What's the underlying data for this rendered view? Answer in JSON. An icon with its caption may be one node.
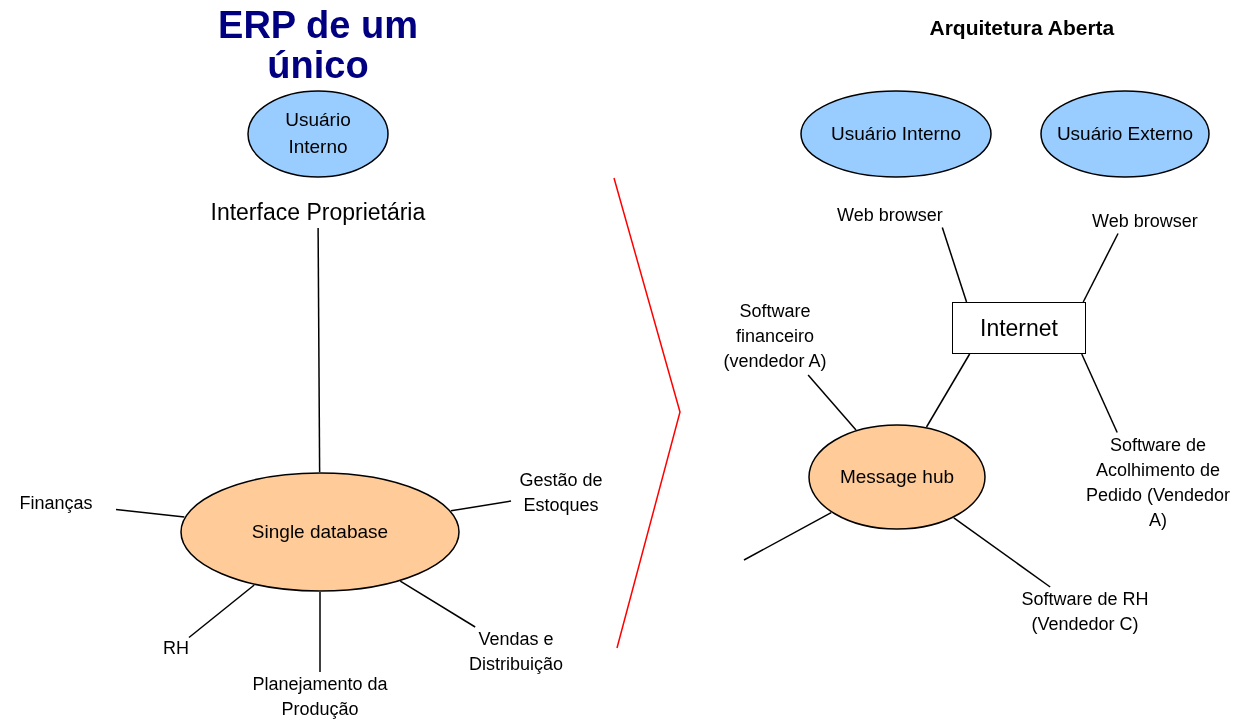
{
  "diagram": {
    "title": "ERP de um único",
    "nodes": [
      {
        "text": [
          "Usuário Interno"
        ]
      },
      {
        "text": [
          "Interface Proprietária"
        ]
      },
      {
        "text": [
          "Single database"
        ]
      },
      {
        "text": [
          "Finanças"
        ]
      },
      {
        "text": [
          "Gestão de Estoques"
        ]
      },
      {
        "text": [
          "RH"
        ]
      },
      {
        "text": [
          "Planejamento da Produção"
        ]
      },
      {
        "text": [
          "Vendas e Distribuição"
        ]
      },
      {
        "text": [
          "Usuário Interno"
        ]
      },
      {
        "text": [
          "Usuário Externo"
        ]
      },
      {
        "text": [
          "Web browser"
        ]
      },
      {
        "text": [
          "Web browser"
        ]
      },
      {
        "text": [
          "Internet"
        ]
      },
      {
        "text": [
          "Software financeiro (vendedor A)"
        ]
      },
      {
        "text": [
          "Message hub"
        ]
      },
      {
        "text": [
          "Software de Acolhimento de Pedido (Vendedor A)"
        ]
      },
      {
        "text": [
          "Software de RH (Vendedor C)"
        ]
      }
    ],
    "edges": [
      {
        "from": 1,
        "to": 2,
        "arrow": "none"
      },
      {
        "from": 3,
        "to": 2,
        "arrow": "none"
      },
      {
        "from": 4,
        "to": 2,
        "arrow": "none"
      },
      {
        "from": 5,
        "to": 2,
        "arrow": "none"
      },
      {
        "from": 6,
        "to": 2,
        "arrow": "none"
      },
      {
        "from": 7,
        "to": 2,
        "arrow": "none"
      },
      {
        "from": 10,
        "to": 12,
        "arrow": "none"
      },
      {
        "from": 11,
        "to": 12,
        "arrow": "none"
      },
      {
        "from": 14,
        "to": 12,
        "arrow": "none"
      },
      {
        "from": 12,
        "to": 15,
        "arrow": "none"
      },
      {
        "from": 13,
        "to": 14,
        "arrow": "none"
      },
      {
        "from": 14,
        "to": null,
        "arrow": "none"
      },
      {
        "from": 14,
        "to": 16,
        "arrow": "none"
      }
    ],
    "labels": [
      "Arquitetura Aberta"
    ]
  }
}
